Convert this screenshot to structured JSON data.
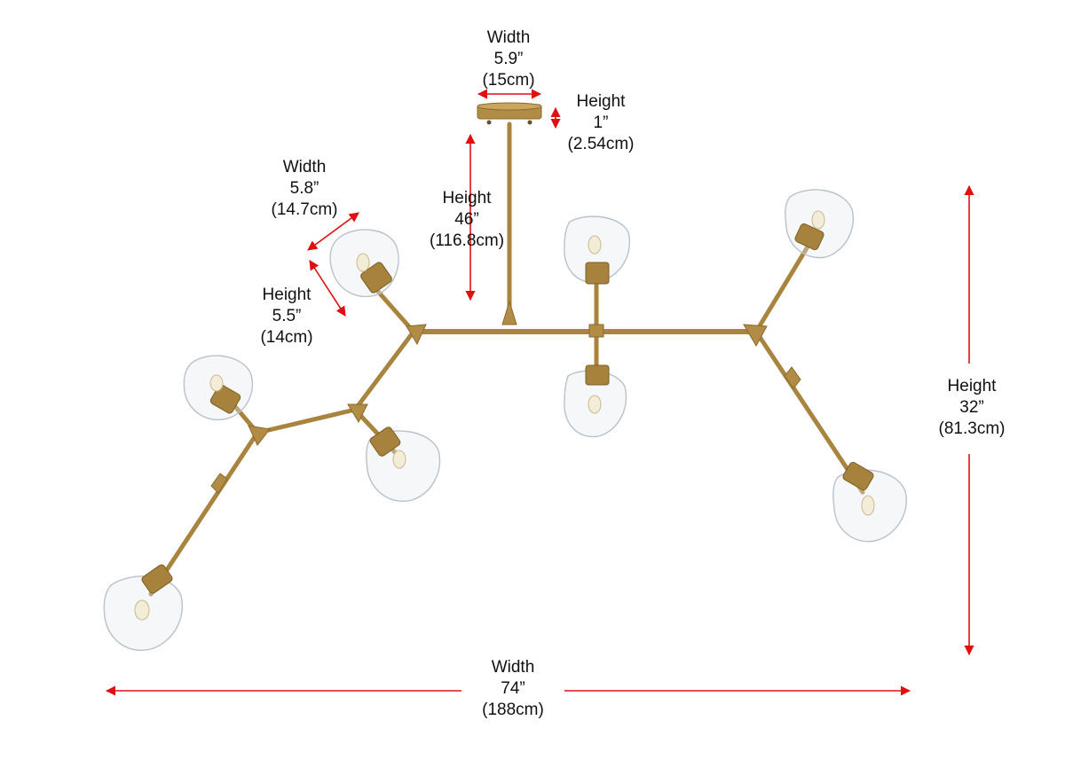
{
  "colors": {
    "arrow": "#e01010",
    "brass": "#a8843f",
    "text": "#111111"
  },
  "labels": {
    "canopy_width": {
      "title": "Width",
      "value": "5.9”",
      "metric": "(15cm)"
    },
    "canopy_height": {
      "title": "Height",
      "value": "1”",
      "metric": "(2.54cm)"
    },
    "rod_height": {
      "title": "Height",
      "value": "46”",
      "metric": "(116.8cm)"
    },
    "shade_width": {
      "title": "Width",
      "value": "5.8”",
      "metric": "(14.7cm)"
    },
    "shade_height": {
      "title": "Height",
      "value": "5.5”",
      "metric": "(14cm)"
    },
    "overall_height": {
      "title": "Height",
      "value": "32”",
      "metric": "(81.3cm)"
    },
    "overall_width": {
      "title": "Width",
      "value": "74”",
      "metric": "(188cm)"
    }
  }
}
